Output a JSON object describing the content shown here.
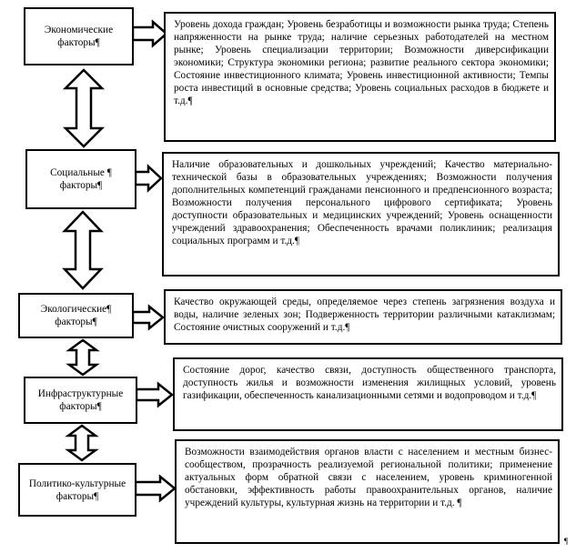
{
  "rows": [
    {
      "category": "Экономические факторы¶",
      "description": "Уровень дохода граждан; Уровень безработицы и возможности рынка труда; Степень напряженности на рынке труда; наличие серьезных работодателей на местном рынке; Уровень специализации территории; Возможности диверсификации экономики; Структура экономики региона; развитие реального сектора экономики; Состояние инвестиционного климата; Уровень инвестиционной активности; Темпы роста инвестиций в основные средства; Уровень социальных расходов в бюджете и т.д.¶"
    },
    {
      "category": "Социальные ¶ факторы¶",
      "description": "Наличие образовательных и дошкольных учреждений; Качество материально-технической базы в образовательных учреждениях; Возможности получения дополнительных компетенций гражданами пенсионного и предпенсионного возраста; Возможности получения персонального цифрового сертификата; Уровень доступности образовательных и медицинских учреждений; Уровень оснащенности учреждений здравоохранения; Обеспеченность врачами поликлиник; реализация социальных программ и т.д.¶"
    },
    {
      "category": "Экологические¶ факторы¶",
      "description": "Качество окружающей среды, определяемое через степень загрязнения воздуха и воды, наличие зеленых зон; Подверженность территории различными катаклизмам; Состояние очистных сооружений и т.д.¶"
    },
    {
      "category": "Инфраструктурные факторы¶",
      "description": "Состояние дорог, качество связи, доступность общественного транспорта, доступность жилья и возможности изменения жилищных условий, уровень газификации, обеспеченность канализационными сетями и водопроводом и т.д.¶"
    },
    {
      "category": "Политико-культурные факторы¶",
      "description": "Возможности взаимодействия органов власти с населением и местным бизнес-сообществом, прозрачность реализуемой региональной политики; применение актуальных форм обратной связи с населением, уровень криминогенной обстановки, эффективность работы правоохранительных органов, наличие учреждений культуры, культурная жизнь на территории и т.д. ¶"
    }
  ],
  "end_mark": "¶"
}
